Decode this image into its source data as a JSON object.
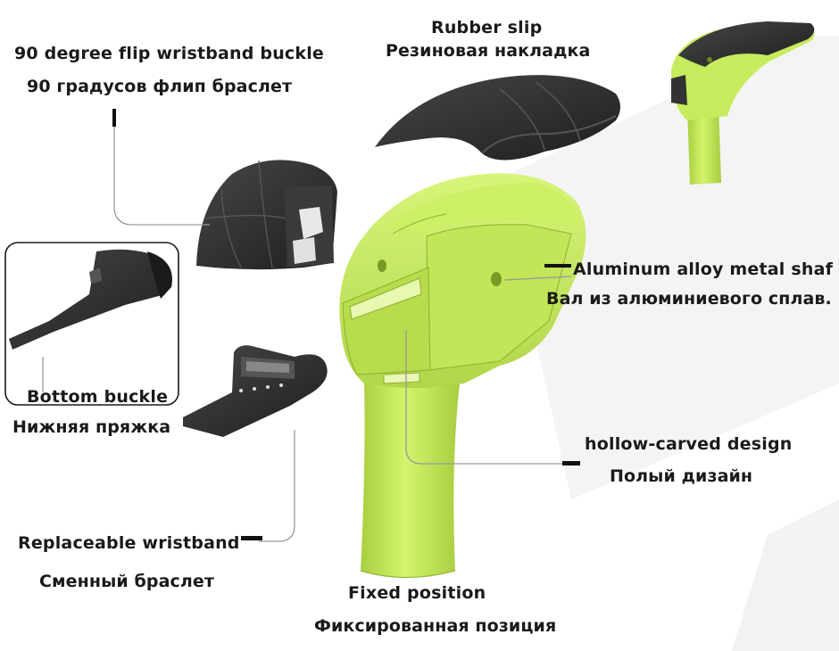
{
  "labels": {
    "flip_buckle_en": "90 degree flip wristband buckle",
    "flip_buckle_ru": "90 градусов флип браслет",
    "rubber_slip_en": "Rubber slip",
    "rubber_slip_ru": "Резиновая накладка",
    "shaft_en": "Aluminum alloy metal shaf",
    "shaft_ru": "Вал из алюминиевого сплав.",
    "bottom_buckle_en": "Bottom buckle",
    "bottom_buckle_ru": "Нижняя пряжка",
    "hollow_en": "hollow-carved design",
    "hollow_ru": "Полый дизайн",
    "wristband_en": "Replaceable wristband",
    "wristband_ru": "Сменный браслет",
    "fixed_en": "Fixed position",
    "fixed_ru": "Фиксированная позиция"
  },
  "colors": {
    "part_green": "#c4ea5c",
    "part_green_dark": "#9fc63a",
    "part_black": "#2d2d2d",
    "leader_line": "#9a9a9a"
  }
}
